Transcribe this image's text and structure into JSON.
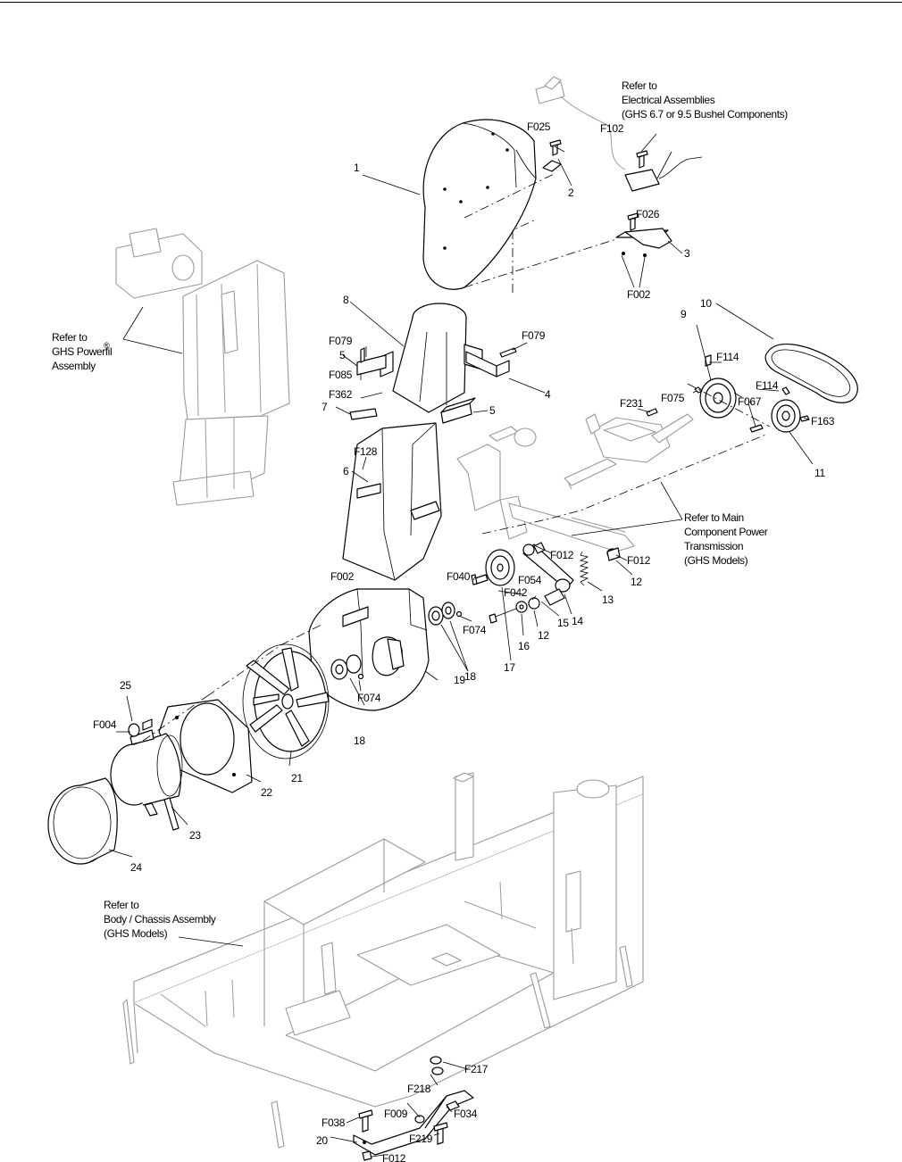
{
  "notes": {
    "electrical": [
      "Refer to",
      "Electrical Assemblies",
      "(GHS 6.7 or 9.5 Bushel Components)"
    ],
    "powerfil": [
      "Refer to",
      "GHS Powerfil",
      "®",
      "Assembly"
    ],
    "transmission": [
      "Refer to Main",
      "Component Power",
      "Transmission",
      "(GHS Models)"
    ],
    "chassis": [
      "Refer to",
      "Body / Chassis Assembly",
      "(GHS Models)"
    ]
  },
  "callouts": {
    "p1": "1",
    "p2": "2",
    "p3": "3",
    "p4": "4",
    "p5a": "5",
    "p5b": "5",
    "p6": "6",
    "p7": "7",
    "p8": "8",
    "p9": "9",
    "p10": "10",
    "p11": "11",
    "p12a": "12",
    "p12b": "12",
    "p13": "13",
    "p14": "14",
    "p15": "15",
    "p16": "16",
    "p17": "17",
    "p18a": "18",
    "p18b": "18",
    "p19": "19",
    "p20": "20",
    "p21": "21",
    "p22": "22",
    "p23": "23",
    "p24": "24",
    "p25": "25",
    "f025": "F025",
    "f102": "F102",
    "f026": "F026",
    "f002a": "F002",
    "f002b": "F002",
    "f079a": "F079",
    "f079b": "F079",
    "f085": "F085",
    "f362": "F362",
    "f128": "F128",
    "f114a": "F114",
    "f114b": "F114",
    "f075": "F075",
    "f231": "F231",
    "f067": "F067",
    "f163": "F163",
    "f012a": "F012",
    "f012b": "F012",
    "f012c": "F012",
    "f040": "F040",
    "f054": "F054",
    "f042": "F042",
    "f074a": "F074",
    "f074b": "F074",
    "f004": "F004",
    "f217": "F217",
    "f218": "F218",
    "f009": "F009",
    "f034": "F034",
    "f038": "F038",
    "f219": "F219"
  }
}
